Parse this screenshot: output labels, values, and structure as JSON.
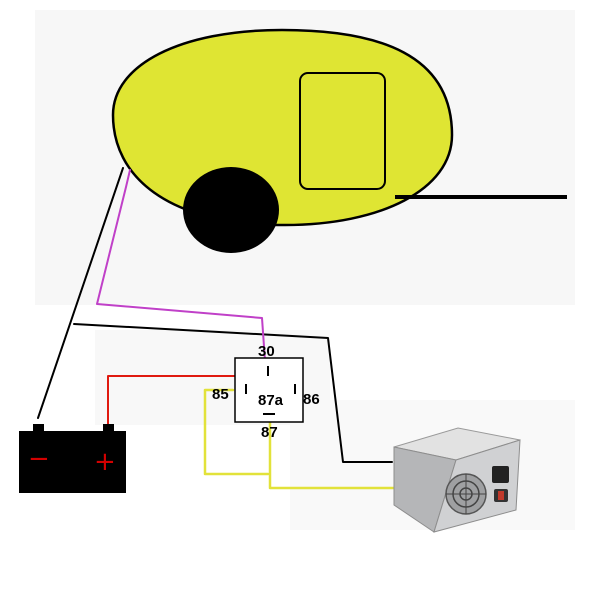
{
  "relay": {
    "pins": {
      "p30": "30",
      "p85": "85",
      "p87a": "87a",
      "p86": "86",
      "p87": "87"
    }
  },
  "battery": {
    "negative": "−",
    "positive": "+"
  },
  "colors": {
    "trailer_body": "#dfe533",
    "trailer_outline": "#000000",
    "wheel": "#000000",
    "wire_black": "#000000",
    "wire_purple": "#c040c8",
    "wire_red": "#e01a10",
    "wire_yellow": "#e2e23a",
    "battery_case": "#000000",
    "battery_sign": "#d40000",
    "psu_case": "#c9cacb"
  },
  "icons": {
    "trailer": "teardrop-trailer-icon",
    "battery": "car-battery-icon",
    "relay": "automotive-relay-icon",
    "psu": "atx-power-supply-icon"
  }
}
